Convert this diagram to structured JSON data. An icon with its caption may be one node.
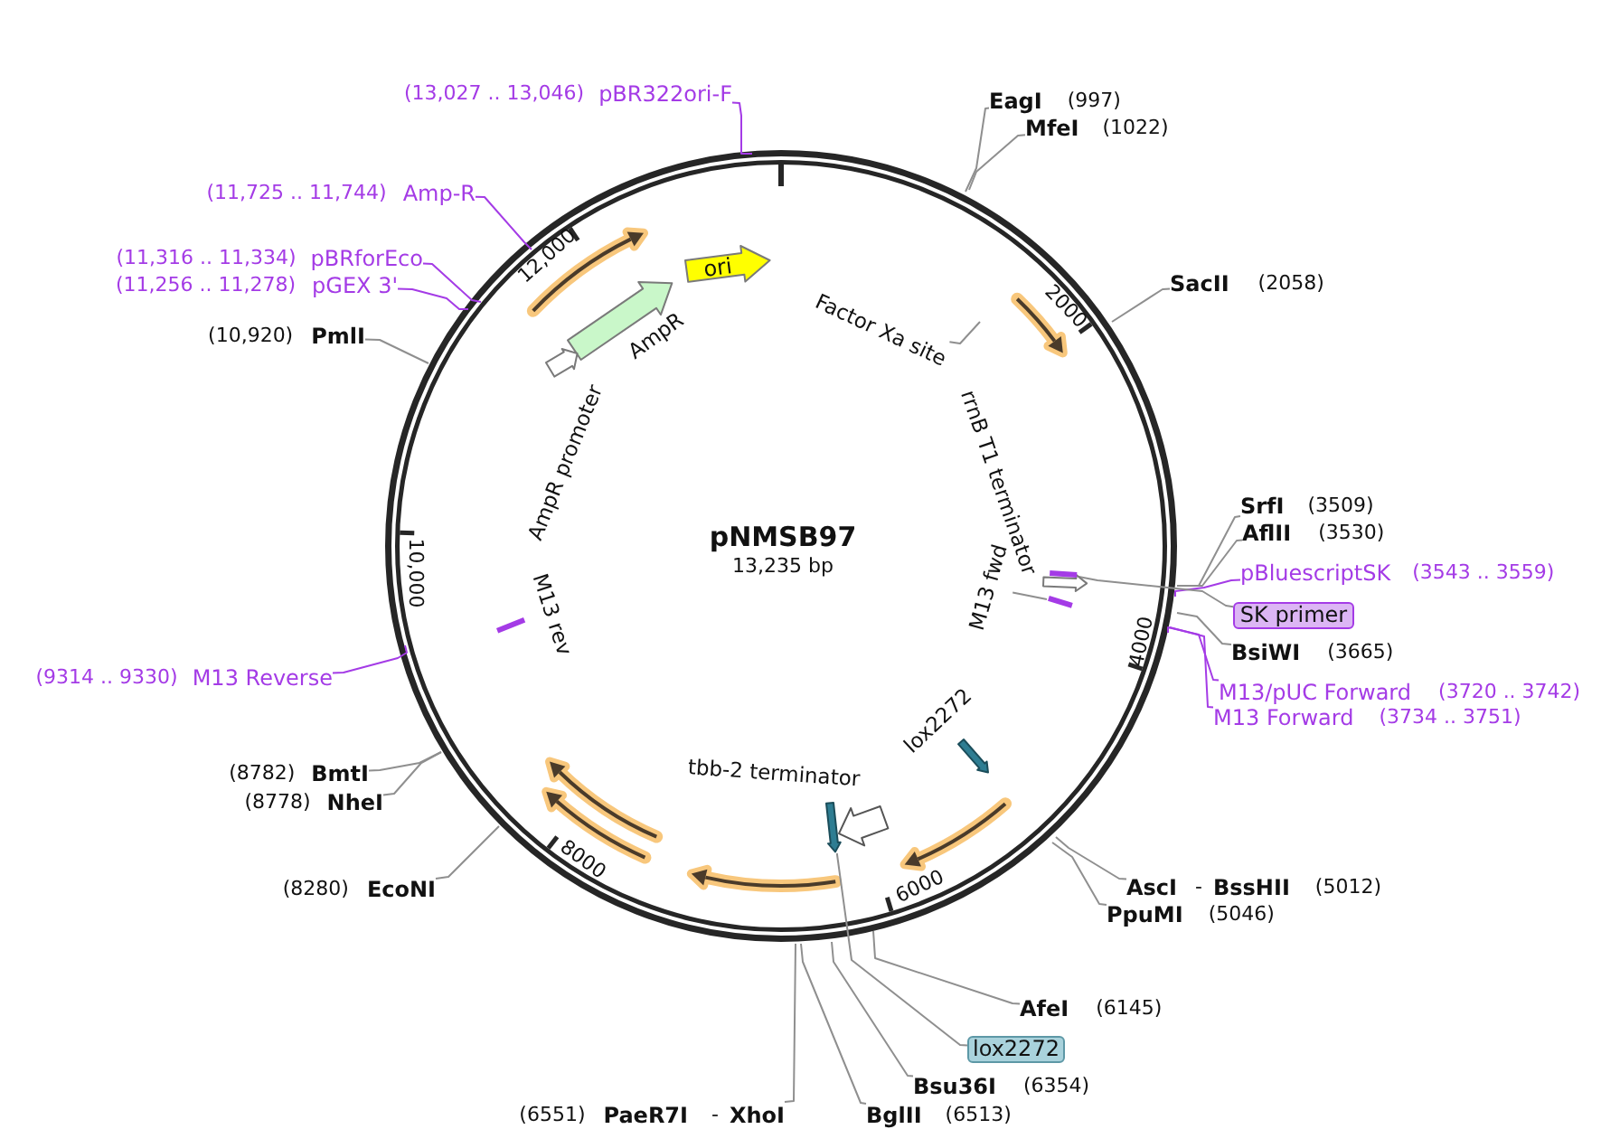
{
  "diagram": {
    "nodes": [
      {
        "text": [
          "pNMSB97",
          "13,235 bp"
        ]
      },
      {
        "text": [
          "ori"
        ],
        "in": 0
      },
      {
        "text": [],
        "shape": "arrow",
        "beside": [
          "AmpR"
        ],
        "in": 0
      },
      {
        "text": [],
        "shape": "arrow",
        "beside": [
          "AmpR promoter"
        ],
        "in": 0
      },
      {
        "text": [
          "Factor Xa site"
        ],
        "in": 0
      },
      {
        "text": [],
        "shape": "arrow",
        "beside": [
          "rrnB T1 terminator"
        ],
        "in": 0
      },
      {
        "text": [],
        "shape": "bar",
        "in": 0
      },
      {
        "text": [
          "M13 fwd"
        ],
        "in": 0
      },
      {
        "text": [],
        "shape": "bar",
        "in": 0
      },
      {
        "text": [],
        "shape": "arrow",
        "beside": [
          "lox2272"
        ],
        "in": 0
      },
      {
        "text": [],
        "shape": "arrow",
        "beside": [
          "tbb-2 terminator"
        ],
        "in": 0
      },
      {
        "text": [],
        "shape": "arrow",
        "in": 0
      },
      {
        "text": [],
        "shape": "bar",
        "beside": [
          "M13 rev"
        ],
        "in": 0
      },
      {
        "text": [
          "(13,027 .. 13,046)",
          "pBR322ori-F"
        ]
      },
      {
        "text": [
          "(11,725 .. 11,744)",
          "Amp-R"
        ]
      },
      {
        "text": [
          "(11,316 .. 11,334)",
          "pBRforEco"
        ]
      },
      {
        "text": [
          "(11,256 .. 11,278)",
          "pGEX 3'"
        ]
      },
      {
        "text": [
          "(10,920)",
          "PmlI"
        ]
      },
      {
        "text": [
          "EagI",
          "(997)"
        ]
      },
      {
        "text": [
          "MfeI",
          "(1022)"
        ]
      },
      {
        "text": [
          "SacII",
          "(2058)"
        ]
      },
      {
        "text": [
          "SrfI",
          "(3509)"
        ]
      },
      {
        "text": [
          "AflII",
          "(3530)"
        ]
      },
      {
        "text": [
          "pBluescriptSK",
          "(3543 .. 3559)"
        ]
      },
      {
        "text": [
          "SK primer"
        ]
      },
      {
        "text": [
          "BsiWI",
          "(3665)"
        ]
      },
      {
        "text": [
          "M13/pUC Forward",
          "(3720 .. 3742)"
        ]
      },
      {
        "text": [
          "M13 Forward",
          "(3734 .. 3751)"
        ]
      },
      {
        "text": [
          "(9314 .. 9330)",
          "M13 Reverse"
        ]
      },
      {
        "text": [
          "(8782)",
          "BmtI"
        ]
      },
      {
        "text": [
          "(8778)",
          "NheI"
        ]
      },
      {
        "text": [
          "(8280)",
          "EcoNI"
        ]
      },
      {
        "text": [
          "AscI",
          "-",
          "BssHII",
          "(5012)"
        ]
      },
      {
        "text": [
          "PpuMI",
          "(5046)"
        ]
      },
      {
        "text": [
          "AfeI",
          "(6145)"
        ]
      },
      {
        "text": [
          "lox2272"
        ]
      },
      {
        "text": [
          "Bsu36I",
          "(6354)"
        ]
      },
      {
        "text": [
          "BglII",
          "(6513)"
        ]
      },
      {
        "text": [
          "(6551)",
          "PaeR7I",
          "-",
          "XhoI"
        ]
      }
    ],
    "edges": [
      {
        "from": 4,
        "to": null,
        "arrow": "none"
      },
      {
        "from": 7,
        "to": 8,
        "arrow": "none"
      },
      {
        "from": 13,
        "to": 0,
        "arrow": "none",
        "color": "#a43be6"
      },
      {
        "from": 14,
        "to": 0,
        "arrow": "none",
        "color": "#a43be6"
      },
      {
        "from": 15,
        "to": 0,
        "arrow": "none",
        "color": "#a43be6"
      },
      {
        "from": 16,
        "to": 0,
        "arrow": "none",
        "color": "#a43be6"
      },
      {
        "from": 17,
        "to": 0,
        "arrow": "none"
      },
      {
        "from": 18,
        "to": 0,
        "arrow": "none"
      },
      {
        "from": 19,
        "to": 0,
        "arrow": "none"
      },
      {
        "from": 20,
        "to": 0,
        "arrow": "none"
      },
      {
        "from": 21,
        "to": 0,
        "arrow": "none"
      },
      {
        "from": 22,
        "to": 0,
        "arrow": "none"
      },
      {
        "from": 23,
        "to": 0,
        "arrow": "none",
        "color": "#a43be6"
      },
      {
        "from": 24,
        "to": 6,
        "arrow": "none"
      },
      {
        "from": 25,
        "to": 0,
        "arrow": "none"
      },
      {
        "from": 26,
        "to": 0,
        "arrow": "none",
        "color": "#a43be6"
      },
      {
        "from": 27,
        "to": 0,
        "arrow": "none",
        "color": "#a43be6"
      },
      {
        "from": 28,
        "to": 0,
        "arrow": "none",
        "color": "#a43be6"
      },
      {
        "from": 29,
        "to": 0,
        "arrow": "none"
      },
      {
        "from": 30,
        "to": 0,
        "arrow": "none"
      },
      {
        "from": 31,
        "to": 0,
        "arrow": "none"
      },
      {
        "from": 32,
        "to": 0,
        "arrow": "none"
      },
      {
        "from": 33,
        "to": 0,
        "arrow": "none"
      },
      {
        "from": 34,
        "to": 0,
        "arrow": "none"
      },
      {
        "from": 35,
        "to": 11,
        "arrow": "none"
      },
      {
        "from": 36,
        "to": 0,
        "arrow": "none"
      },
      {
        "from": 37,
        "to": 0,
        "arrow": "none"
      },
      {
        "from": 38,
        "to": 0,
        "arrow": "none"
      }
    ],
    "labels": [
      "2000",
      "4000",
      "6000",
      "8000",
      "10,000",
      "12,000"
    ]
  }
}
